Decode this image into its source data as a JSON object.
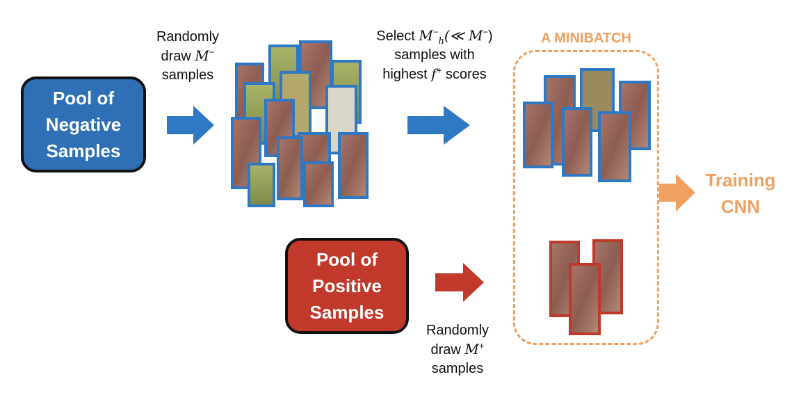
{
  "negative_pool": {
    "lines": [
      "Pool of",
      "Negative",
      "Samples"
    ]
  },
  "positive_pool": {
    "lines": [
      "Pool of",
      "Positive",
      "Samples"
    ]
  },
  "caption_random_neg": {
    "line1": "Randomly",
    "line2_prefix": "draw ",
    "line2_math": "M",
    "line2_sup": "−",
    "line3": "samples"
  },
  "caption_select": {
    "line1_prefix": "Select ",
    "line1_math": "M",
    "line1_sup": "−",
    "line1_sub": "h",
    "line1_rest": "(≪ M",
    "line1_rest_sup": "−",
    "line1_end": ")",
    "line2": "samples with",
    "line3_prefix": "highest ",
    "line3_math": "f",
    "line3_sup": "+",
    "line3_end": " scores"
  },
  "caption_random_pos": {
    "line1": "Randomly",
    "line2_prefix": "draw ",
    "line2_math": "M",
    "line2_sup": "+",
    "line3": "samples"
  },
  "minibatch_label": "A MINIBATCH",
  "training": {
    "lines": [
      "Training",
      "CNN"
    ]
  },
  "colors": {
    "negative": "#2f6fb5",
    "positive": "#c0392b",
    "minibatch": "#f0a060",
    "arrow_blue": "#2f78c4"
  }
}
